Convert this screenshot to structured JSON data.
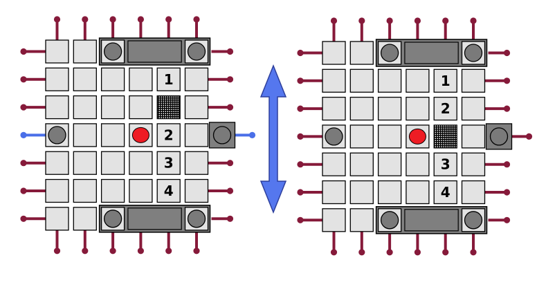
{
  "colors": {
    "background": "#ffffff",
    "cell_fill": "#e3e3e3",
    "cell_stroke": "#000000",
    "dark_fill": "#7f7f7f",
    "circle_fill": "#7a7a7a",
    "token_red": "#ee1c24",
    "pin_maroon": "#861a3a",
    "pin_blue": "#4a6fe8",
    "arrow_blue": "#5577ee",
    "arrow_stroke": "#2d3f9c"
  },
  "grid": {
    "rows": 7,
    "cols": 6
  },
  "boards": [
    {
      "name": "left-board",
      "blocked_cell": {
        "row": 2,
        "col": 4
      },
      "token": {
        "row": 3,
        "col": 3
      },
      "labels": [
        {
          "row": 1,
          "col": 4,
          "text": "1"
        },
        {
          "row": 3,
          "col": 4,
          "text": "2"
        },
        {
          "row": 4,
          "col": 4,
          "text": "3"
        },
        {
          "row": 5,
          "col": 4,
          "text": "4"
        }
      ]
    },
    {
      "name": "right-board",
      "blocked_cell": {
        "row": 3,
        "col": 4
      },
      "token": {
        "row": 3,
        "col": 3
      },
      "labels": [
        {
          "row": 1,
          "col": 4,
          "text": "1"
        },
        {
          "row": 2,
          "col": 4,
          "text": "2"
        },
        {
          "row": 4,
          "col": 4,
          "text": "3"
        },
        {
          "row": 5,
          "col": 4,
          "text": "4"
        }
      ]
    }
  ]
}
